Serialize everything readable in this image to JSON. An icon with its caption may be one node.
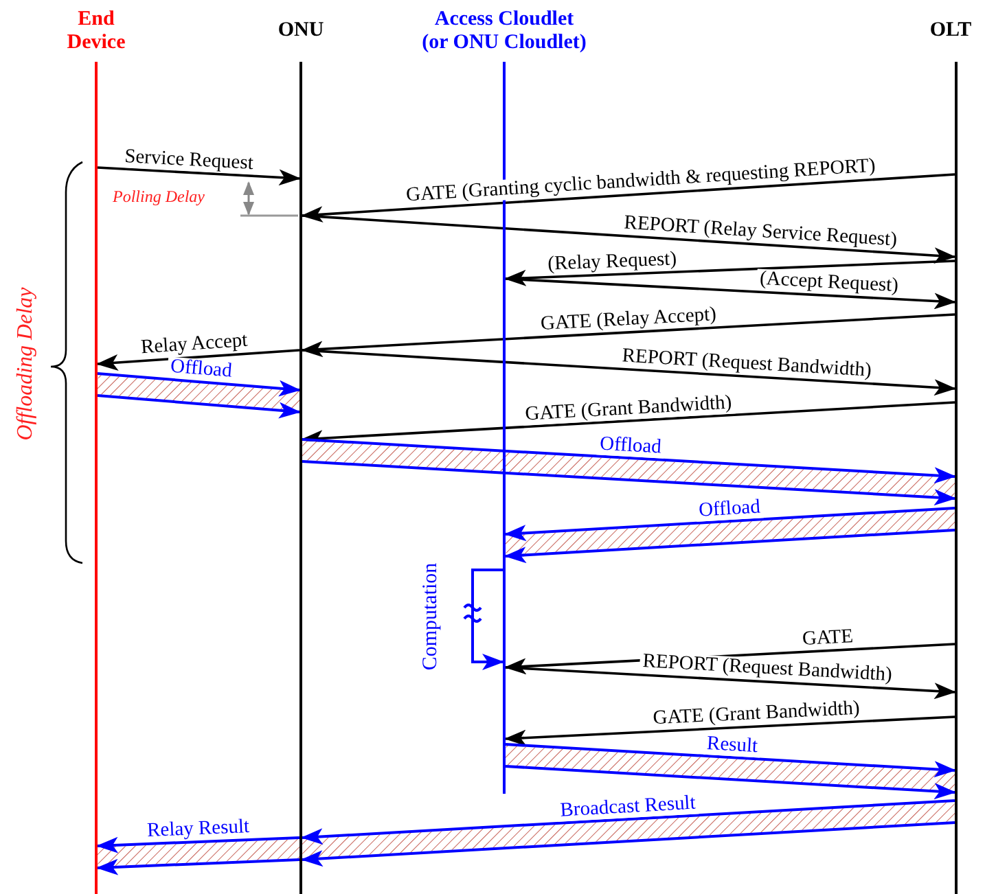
{
  "diagram": {
    "nodes": [
      {
        "text": [],
        "shape": "line",
        "beside": [
          "End Device"
        ]
      },
      {
        "text": [],
        "shape": "line",
        "beside": [
          "ONU"
        ]
      },
      {
        "text": [],
        "shape": "line",
        "beside": [
          "Access Cloudlet (or ONU Cloudlet)"
        ]
      },
      {
        "text": [],
        "shape": "line",
        "beside": [
          "OLT"
        ]
      }
    ],
    "edges": [
      {
        "from": 0,
        "to": 1,
        "arrow": "to",
        "label": "Service Request"
      },
      {
        "from": 3,
        "to": 1,
        "arrow": "to",
        "label": "GATE (Granting cyclic bandwidth & requesting REPORT)"
      },
      {
        "from": 1,
        "to": 3,
        "arrow": "to",
        "label": "REPORT (Relay Service Request)"
      },
      {
        "from": 3,
        "to": 2,
        "arrow": "to",
        "label": "(Relay Request)"
      },
      {
        "from": 2,
        "to": 3,
        "arrow": "to",
        "label": "(Accept Request)"
      },
      {
        "from": 3,
        "to": 1,
        "arrow": "to",
        "label": "GATE (Relay Accept)"
      },
      {
        "from": 1,
        "to": 0,
        "arrow": "to",
        "label": "Relay Accept"
      },
      {
        "from": 1,
        "to": 3,
        "arrow": "to",
        "label": "REPORT (Request Bandwidth)"
      },
      {
        "from": 0,
        "to": 1,
        "arrow": "to",
        "label": "Offload",
        "style": "thick",
        "color": "#0000ff"
      },
      {
        "from": 3,
        "to": 1,
        "arrow": "to",
        "label": "GATE (Grant Bandwidth)"
      },
      {
        "from": 1,
        "to": 3,
        "arrow": "to",
        "label": "Offload",
        "style": "thick",
        "color": "#0000ff"
      },
      {
        "from": 3,
        "to": 2,
        "arrow": "to",
        "label": "Offload",
        "style": "thick",
        "color": "#0000ff"
      },
      {
        "from": 2,
        "to": 2,
        "arrow": "to",
        "label": "Computation",
        "color": "#0000ff"
      },
      {
        "from": 3,
        "to": 2,
        "arrow": "to",
        "label": "GATE"
      },
      {
        "from": 2,
        "to": 3,
        "arrow": "to",
        "label": "REPORT (Request Bandwidth)"
      },
      {
        "from": 3,
        "to": 2,
        "arrow": "to",
        "label": "GATE (Grant Bandwidth)"
      },
      {
        "from": 2,
        "to": 3,
        "arrow": "to",
        "label": "Result",
        "style": "thick",
        "color": "#0000ff"
      },
      {
        "from": 3,
        "to": 1,
        "arrow": "to",
        "label": "Broadcast Result",
        "style": "thick",
        "color": "#0000ff"
      },
      {
        "from": 1,
        "to": 0,
        "arrow": "to",
        "label": "Relay Result",
        "style": "thick",
        "color": "#0000ff"
      }
    ],
    "labels": [
      "Polling Delay",
      "Offloading Delay"
    ]
  }
}
